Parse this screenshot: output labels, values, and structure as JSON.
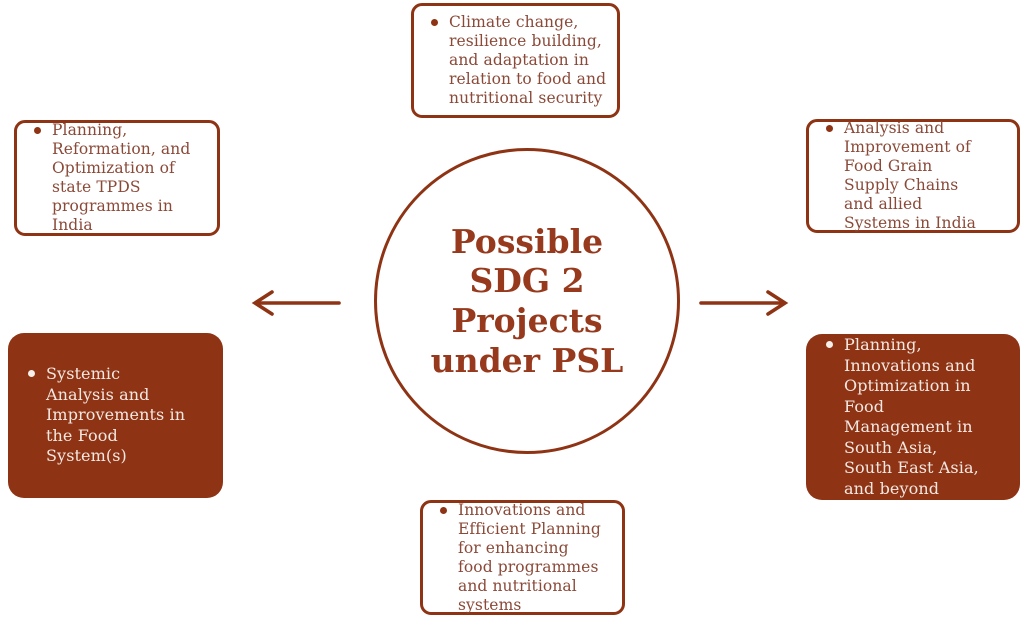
{
  "diagram": {
    "center": {
      "title": "Possible SDG 2 Projects under PSL",
      "title_lines": [
        "Possible",
        "SDG 2",
        "Projects",
        "under PSL"
      ]
    },
    "nodes": {
      "top": {
        "text": "Climate change, resilience building, and adaptation in relation to food and nutritional security",
        "style": "outline"
      },
      "left_top": {
        "text": "Planning, Reformation, and Optimization of state TPDS programmes in India",
        "style": "outline"
      },
      "right_top": {
        "text": "Analysis and Improvement of Food Grain Supply Chains and allied Systems in India",
        "style": "outline"
      },
      "left_bottom": {
        "text": "Systemic Analysis and Improvements in the Food System(s)",
        "style": "filled"
      },
      "right_bottom": {
        "text": "Planning, Innovations and Optimization in Food Management in South Asia, South East Asia, and beyond",
        "style": "filled"
      },
      "bottom": {
        "text": "Innovations and Efficient Planning for enhancing food programmes and nutritional systems",
        "style": "outline"
      }
    },
    "icons": {
      "left_arrow": "left-arrow",
      "right_arrow": "right-arrow",
      "bullet": "bullet-dot"
    },
    "colors": {
      "maroon": "#8E3415",
      "title_text": "#97391C",
      "outline_text": "#8B4938",
      "filled_text": "#F4E8E2",
      "background": "#FFFFFF"
    }
  }
}
